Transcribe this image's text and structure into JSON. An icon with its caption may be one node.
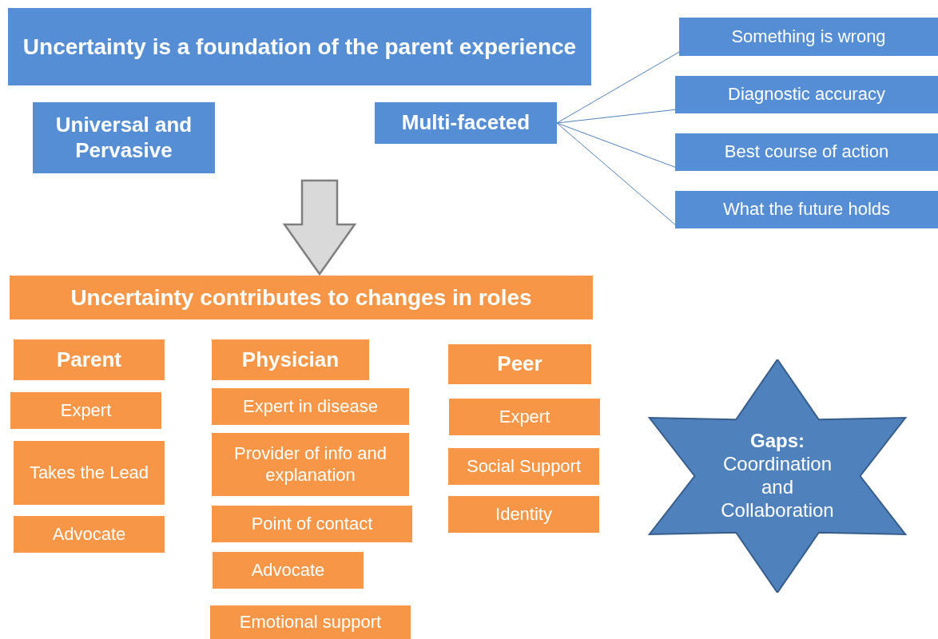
{
  "diagram": {
    "nodes": [
      {
        "text": [
          "Uncertainty is a foundation of the parent experience"
        ]
      },
      {
        "text": [
          "Universal and Pervasive"
        ]
      },
      {
        "text": [
          "Multi-faceted"
        ]
      },
      {
        "text": [
          "Something is wrong"
        ]
      },
      {
        "text": [
          "Diagnostic accuracy"
        ]
      },
      {
        "text": [
          "Best course of action"
        ]
      },
      {
        "text": [
          "What the future holds"
        ]
      },
      {
        "text": [
          "Uncertainty contributes to changes in roles"
        ]
      },
      {
        "text": [
          "Parent"
        ]
      },
      {
        "text": [
          "Expert"
        ]
      },
      {
        "text": [
          "Takes the Lead"
        ]
      },
      {
        "text": [
          "Advocate"
        ]
      },
      {
        "text": [
          "Physician"
        ]
      },
      {
        "text": [
          "Expert in disease"
        ]
      },
      {
        "text": [
          "Provider of info and explanation"
        ]
      },
      {
        "text": [
          "Point of contact"
        ]
      },
      {
        "text": [
          "Advocate"
        ]
      },
      {
        "text": [
          "Emotional support"
        ]
      },
      {
        "text": [
          "Peer"
        ]
      },
      {
        "text": [
          "Expert"
        ]
      },
      {
        "text": [
          "Social Support"
        ]
      },
      {
        "text": [
          "Identity"
        ]
      },
      {
        "text": [
          "Gaps:",
          "Coordination and Collaboration"
        ]
      }
    ],
    "edges": [
      {
        "from": 2,
        "to": 3,
        "arrow": "none"
      },
      {
        "from": 2,
        "to": 4,
        "arrow": "none"
      },
      {
        "from": 2,
        "to": 5,
        "arrow": "none"
      },
      {
        "from": 2,
        "to": 6,
        "arrow": "none"
      },
      {
        "from": null,
        "to": 7,
        "arrow": "to",
        "style": "thick",
        "color": "#d9d9d9"
      }
    ]
  }
}
